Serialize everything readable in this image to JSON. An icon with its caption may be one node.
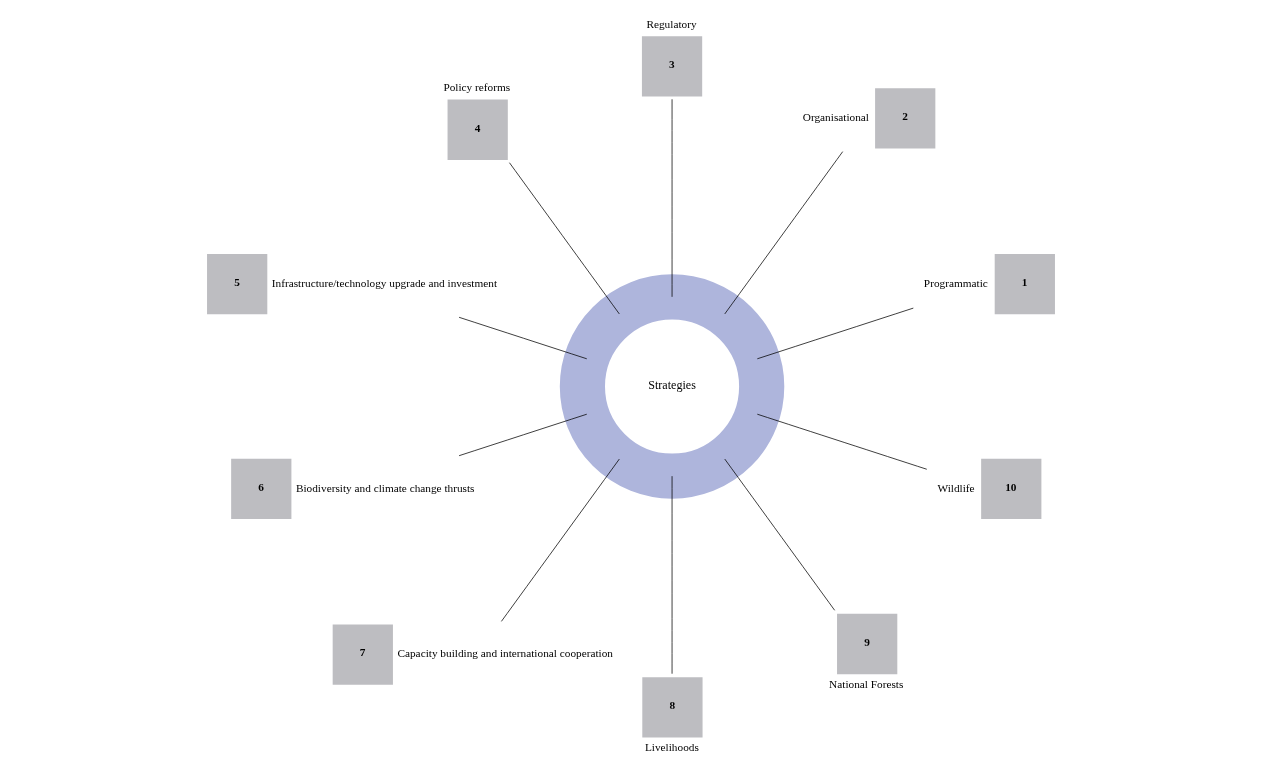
{
  "diagram": {
    "nodes": [
      {
        "text": [
          "Strategies"
        ]
      },
      {
        "text": [
          "1"
        ],
        "beside": [
          "Programmatic"
        ]
      },
      {
        "text": [
          "2"
        ],
        "beside": [
          "Organisational"
        ]
      },
      {
        "text": [
          "3"
        ],
        "beside": [
          "Regulatory"
        ]
      },
      {
        "text": [
          "4"
        ],
        "beside": [
          "Policy reforms"
        ]
      },
      {
        "text": [
          "5"
        ],
        "beside": [
          "Infrastructure/technology upgrade and investment"
        ]
      },
      {
        "text": [
          "6"
        ],
        "beside": [
          "Biodiversity and climate change thrusts"
        ]
      },
      {
        "text": [
          "7"
        ],
        "beside": [
          "Capacity building and international cooperation"
        ]
      },
      {
        "text": [
          "8"
        ],
        "beside": [
          "Livelihoods"
        ]
      },
      {
        "text": [
          "9"
        ],
        "beside": [
          "National Forests"
        ]
      },
      {
        "text": [
          "10"
        ],
        "beside": [
          "Wildlife"
        ]
      }
    ],
    "edges": [
      {
        "from": 0,
        "to": 1,
        "arrow": "none"
      },
      {
        "from": 0,
        "to": 2,
        "arrow": "none"
      },
      {
        "from": 0,
        "to": 3,
        "arrow": "none"
      },
      {
        "from": 0,
        "to": 4,
        "arrow": "none"
      },
      {
        "from": 0,
        "to": 5,
        "arrow": "none"
      },
      {
        "from": 0,
        "to": 6,
        "arrow": "none"
      },
      {
        "from": 0,
        "to": 7,
        "arrow": "none"
      },
      {
        "from": 0,
        "to": 8,
        "arrow": "none"
      },
      {
        "from": 0,
        "to": 9,
        "arrow": "none"
      },
      {
        "from": 0,
        "to": 10,
        "arrow": "none"
      }
    ]
  }
}
